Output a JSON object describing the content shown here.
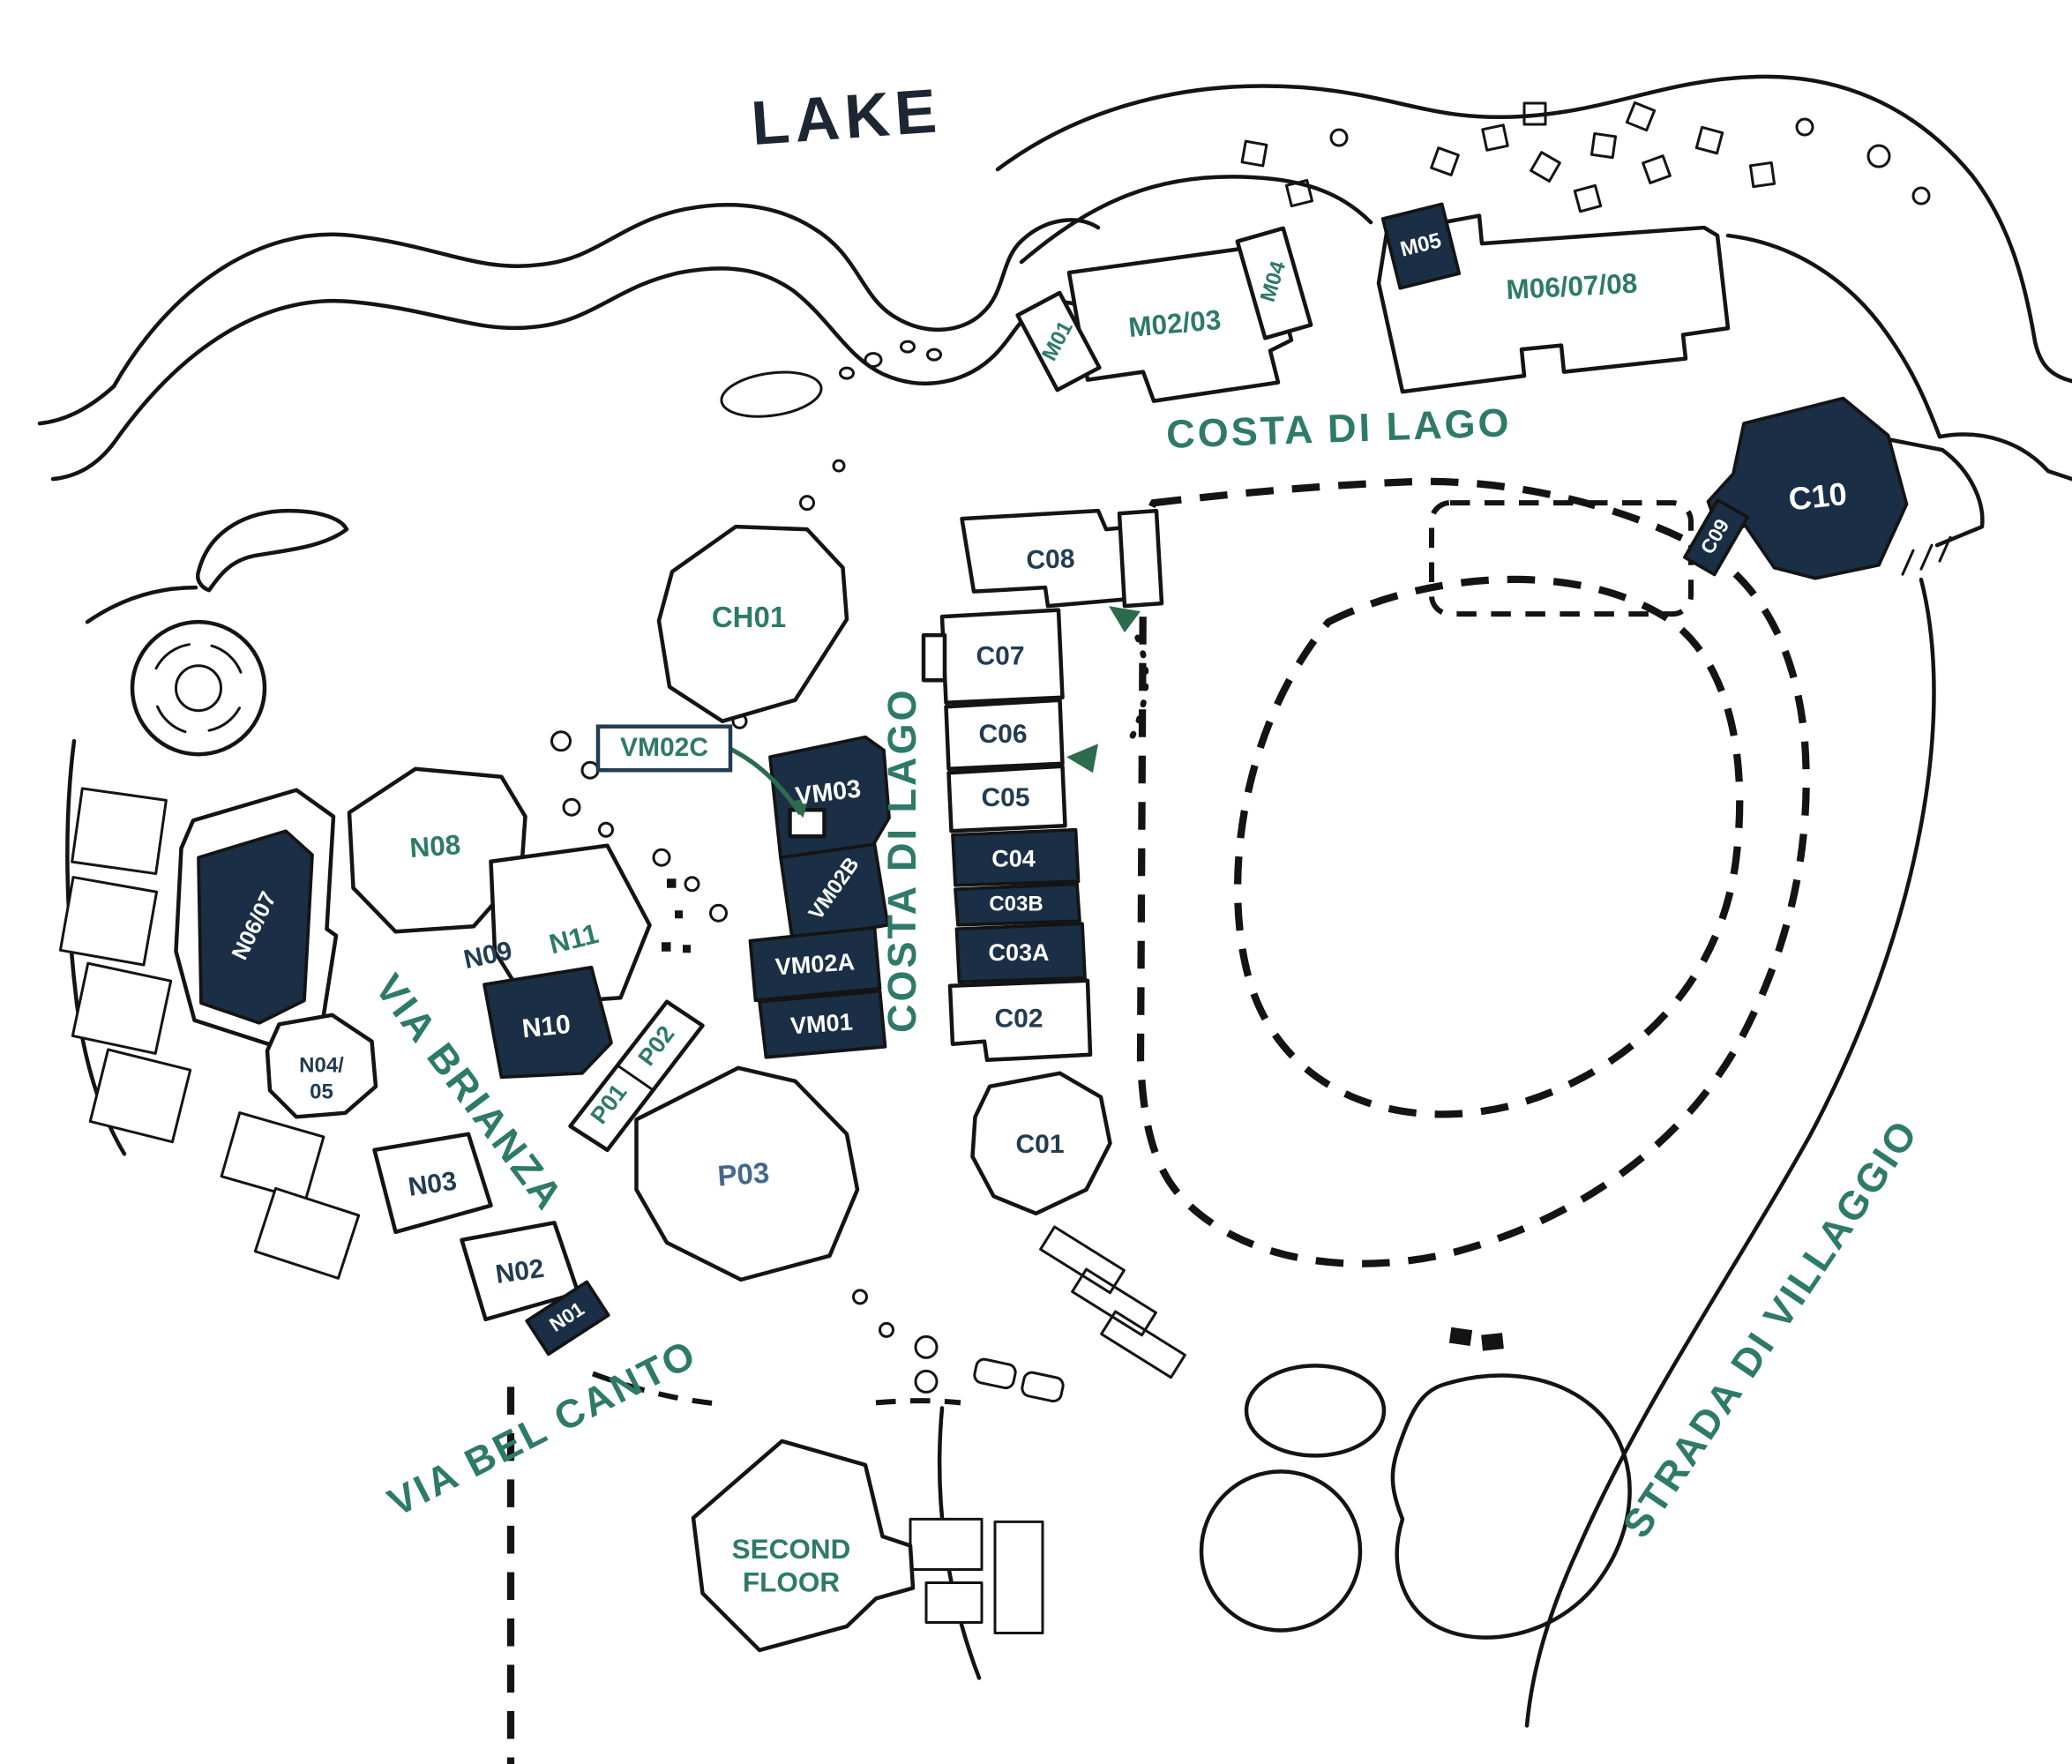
{
  "colors": {
    "ink": "#141414",
    "dark_fill": "#1a2f45",
    "teal": "#2e7a68",
    "navy": "#223c50",
    "steel_blue": "#44688b",
    "lake_ink": "#1c2733",
    "arrow_green": "#2c6b4e"
  },
  "title": {
    "lake": "LAKE"
  },
  "streets": {
    "costa_di_lago_top": "COSTA DI LAGO",
    "costa_di_lago_vertical": "COSTA DI LAGO",
    "via_brianza": "VIA BRIANZA",
    "via_bel_canto": "VIA BEL CANTO",
    "strada_di_villaggio": "STRADA DI VILLAGGIO"
  },
  "buildings": {
    "m01": "M01",
    "m02_03": "M02/03",
    "m04": "M04",
    "m05": "M05",
    "m06_07_08": "M06/07/08",
    "ch01": "CH01",
    "c01": "C01",
    "c02": "C02",
    "c03a": "C03A",
    "c03b": "C03B",
    "c04": "C04",
    "c05": "C05",
    "c06": "C06",
    "c07": "C07",
    "c08": "C08",
    "c09": "C09",
    "c10": "C10",
    "vm01": "VM01",
    "vm02a": "VM02A",
    "vm02b": "VM02B",
    "vm02c": "VM02C",
    "vm03": "VM03",
    "n01": "N01",
    "n02": "N02",
    "n03": "N03",
    "n04_05_line1": "N04/",
    "n04_05_line2": "05",
    "n06_07": "N06/07",
    "n08": "N08",
    "n09": "N09",
    "n10": "N10",
    "n11": "N11",
    "p01": "P01",
    "p02": "P02",
    "p03": "P03"
  },
  "annotations": {
    "second_floor_line1": "SECOND",
    "second_floor_line2": "FLOOR"
  }
}
